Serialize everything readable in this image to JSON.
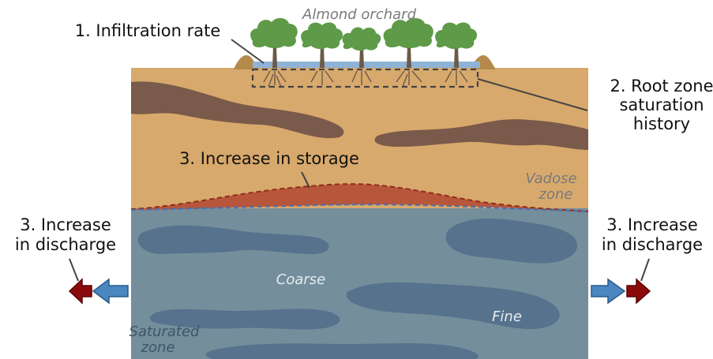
{
  "labels": {
    "orchard": "Almond orchard",
    "infiltration": "1. Infiltration rate",
    "root_zone_l1": "2. Root zone",
    "root_zone_l2": "saturation",
    "root_zone_l3": "history",
    "storage": "3. Increase in storage",
    "discharge_left_l1": "3. Increase",
    "discharge_left_l2": "in discharge",
    "discharge_right_l1": "3. Increase",
    "discharge_right_l2": "in discharge",
    "vadose_l1": "Vadose",
    "vadose_l2": "zone",
    "coarse": "Coarse",
    "fine": "Fine",
    "saturated_l1": "Saturated",
    "saturated_l2": "zone"
  },
  "colors": {
    "vadose_soil": "#d8a96c",
    "clay_lenses": "#7a5a4a",
    "storage_mound": "#b8563b",
    "saturated_zone": "#748e9c",
    "fine_lenses": "#57728c",
    "water_film": "#8fb3d6",
    "tree_canopy": "#5e9a48",
    "discharge_arrow_red": "#8b0b0b",
    "discharge_arrow_blue": "#4a86c0"
  }
}
